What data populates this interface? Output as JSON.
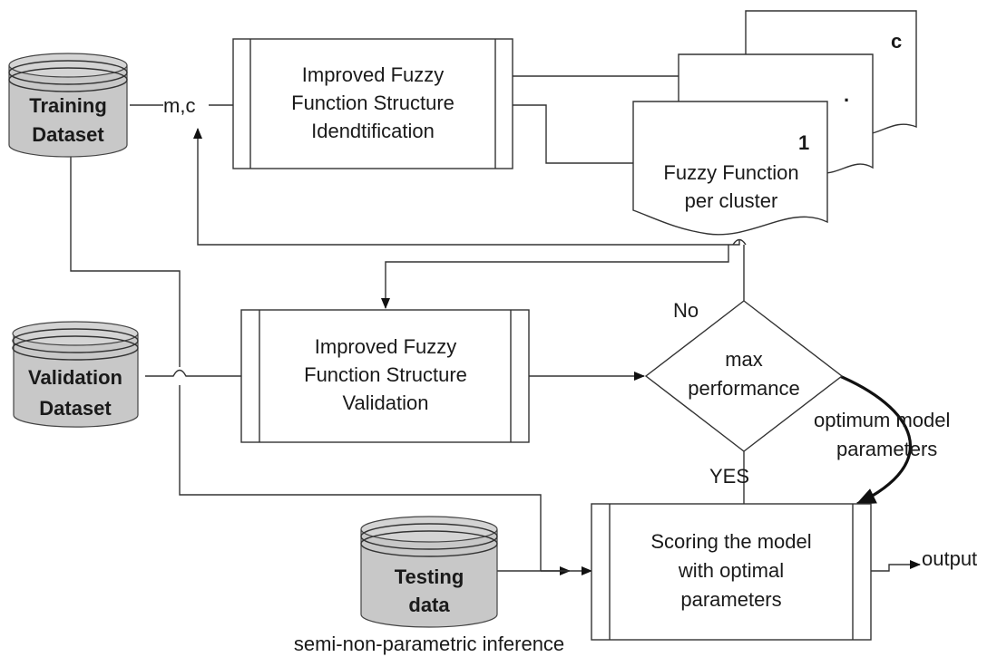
{
  "datasets": {
    "training": [
      "Training",
      "Dataset"
    ],
    "validation": [
      "Validation",
      "Dataset"
    ],
    "testing": [
      "Testing",
      "data"
    ]
  },
  "params_label": "m,c",
  "identification_box": [
    "Improved Fuzzy",
    "Function Structure",
    "Idendtification"
  ],
  "validation_box": [
    "Improved Fuzzy",
    "Function Structure",
    "Validation"
  ],
  "scoring_box": [
    "Scoring the model",
    "with optimal",
    "parameters"
  ],
  "documents": {
    "front_number": "1",
    "middle_dot": ".",
    "back_letter": "c",
    "front_text": [
      "Fuzzy  Function",
      "per cluster"
    ]
  },
  "decision": [
    "max",
    "performance"
  ],
  "labels": {
    "no": "No",
    "yes": "YES",
    "optimum": [
      "optimum model",
      "parameters"
    ],
    "output": "output",
    "caption": "semi-non-parametric inference"
  }
}
